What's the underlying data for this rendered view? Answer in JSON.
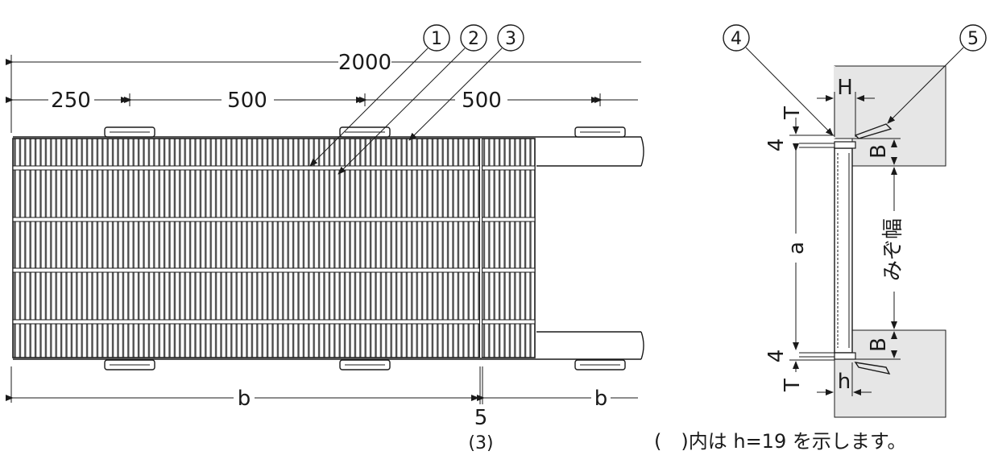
{
  "plan": {
    "total_length": "2000",
    "span_250": "250",
    "span_500_a": "500",
    "span_500_b": "500",
    "bottom_b_left": "b",
    "bottom_b_right": "b",
    "gap": "5",
    "gap_alt": "(3)"
  },
  "callouts": [
    "1",
    "2",
    "3",
    "4",
    "5"
  ],
  "section": {
    "dim_H": "H",
    "dim_T_top": "T",
    "dim_4_top": "4",
    "dim_B_top": "B",
    "dim_a": "a",
    "ditch_width": "みぞ幅",
    "dim_B_bottom": "B",
    "dim_4_bottom": "4",
    "dim_T_bottom": "T",
    "dim_h": "h"
  },
  "note": "(　)内は h=19 を示します。"
}
